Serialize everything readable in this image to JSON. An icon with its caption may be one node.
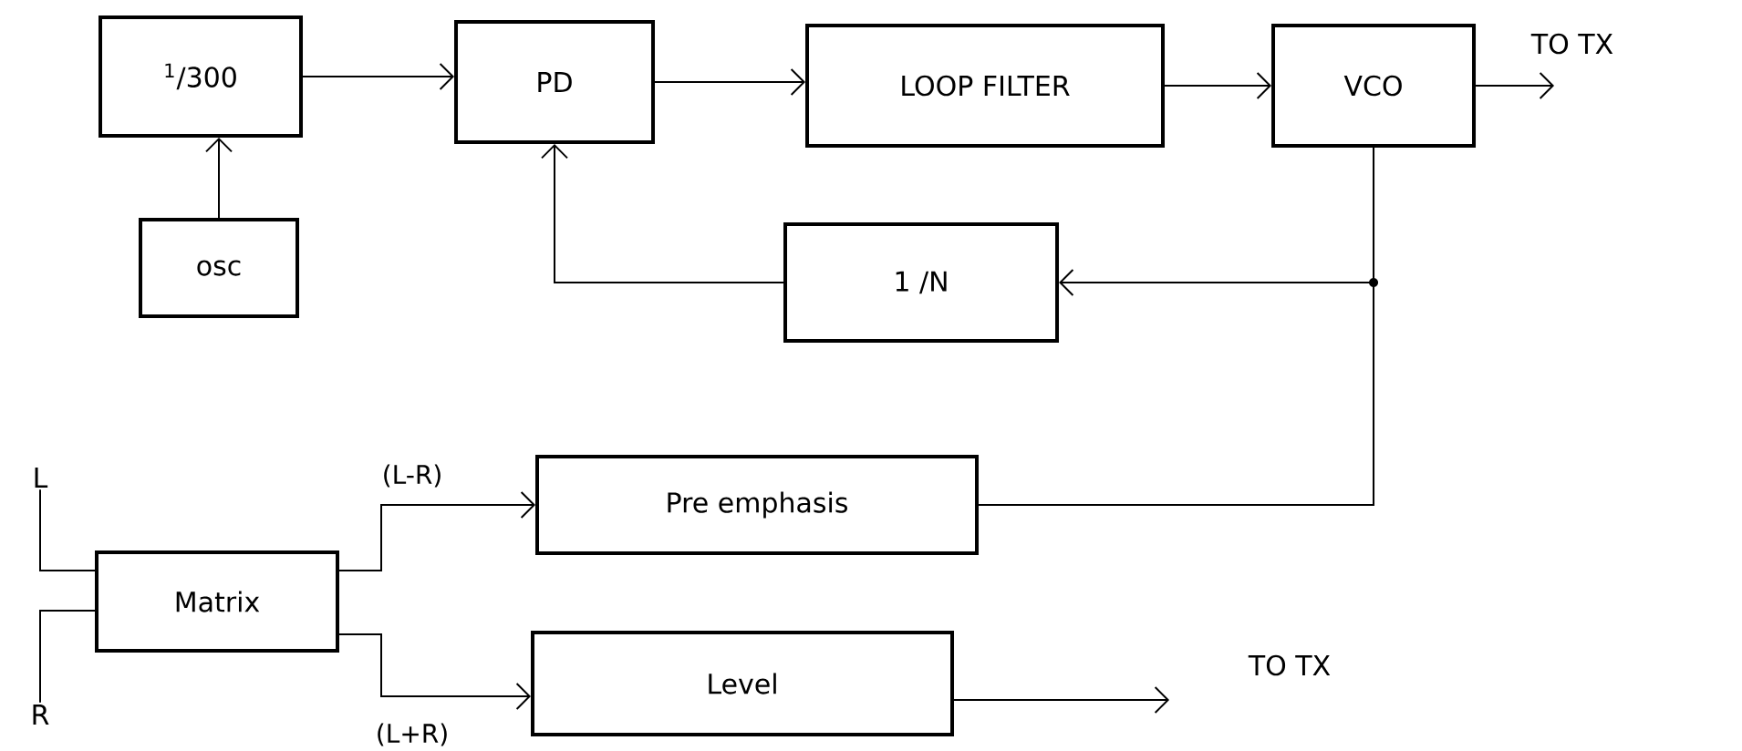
{
  "diagram": {
    "nodes": [
      {
        "text": [
          "$^{1}$/300"
        ]
      },
      {
        "text": [
          "PD"
        ]
      },
      {
        "text": [
          "LOOP FILTER"
        ]
      },
      {
        "text": [
          "VCO"
        ]
      },
      {
        "text": [
          "TO TX"
        ]
      },
      {
        "text": [
          "osc"
        ]
      },
      {
        "text": [
          "1 /N"
        ]
      },
      {
        "text": [
          "L"
        ]
      },
      {
        "text": [
          "Pre emphasis"
        ]
      },
      {
        "text": [
          "Matrix"
        ]
      },
      {
        "text": [
          "R"
        ]
      },
      {
        "text": [
          "Level"
        ]
      },
      {
        "text": [
          "TO TX"
        ]
      }
    ],
    "edges": [
      {
        "from": 0,
        "to": 1,
        "arrow": "to"
      },
      {
        "from": 5,
        "to": 0,
        "arrow": "to"
      },
      {
        "from": 1,
        "to": 2,
        "arrow": "to"
      },
      {
        "from": 2,
        "to": 3,
        "arrow": "to"
      },
      {
        "from": 3,
        "to": 4,
        "arrow": "to"
      },
      {
        "from": 3,
        "to": 6,
        "arrow": "to"
      },
      {
        "from": 6,
        "to": 1,
        "arrow": "to"
      },
      {
        "from": 8,
        "to": 3,
        "arrow": "none"
      },
      {
        "from": 7,
        "to": 9,
        "arrow": "none"
      },
      {
        "from": 10,
        "to": 9,
        "arrow": "none"
      },
      {
        "from": 9,
        "to": 8,
        "arrow": "to",
        "label": "(L-R)"
      },
      {
        "from": 9,
        "to": 11,
        "arrow": "to",
        "label": "(L+R)"
      },
      {
        "from": 11,
        "to": 12,
        "arrow": "to"
      }
    ]
  }
}
